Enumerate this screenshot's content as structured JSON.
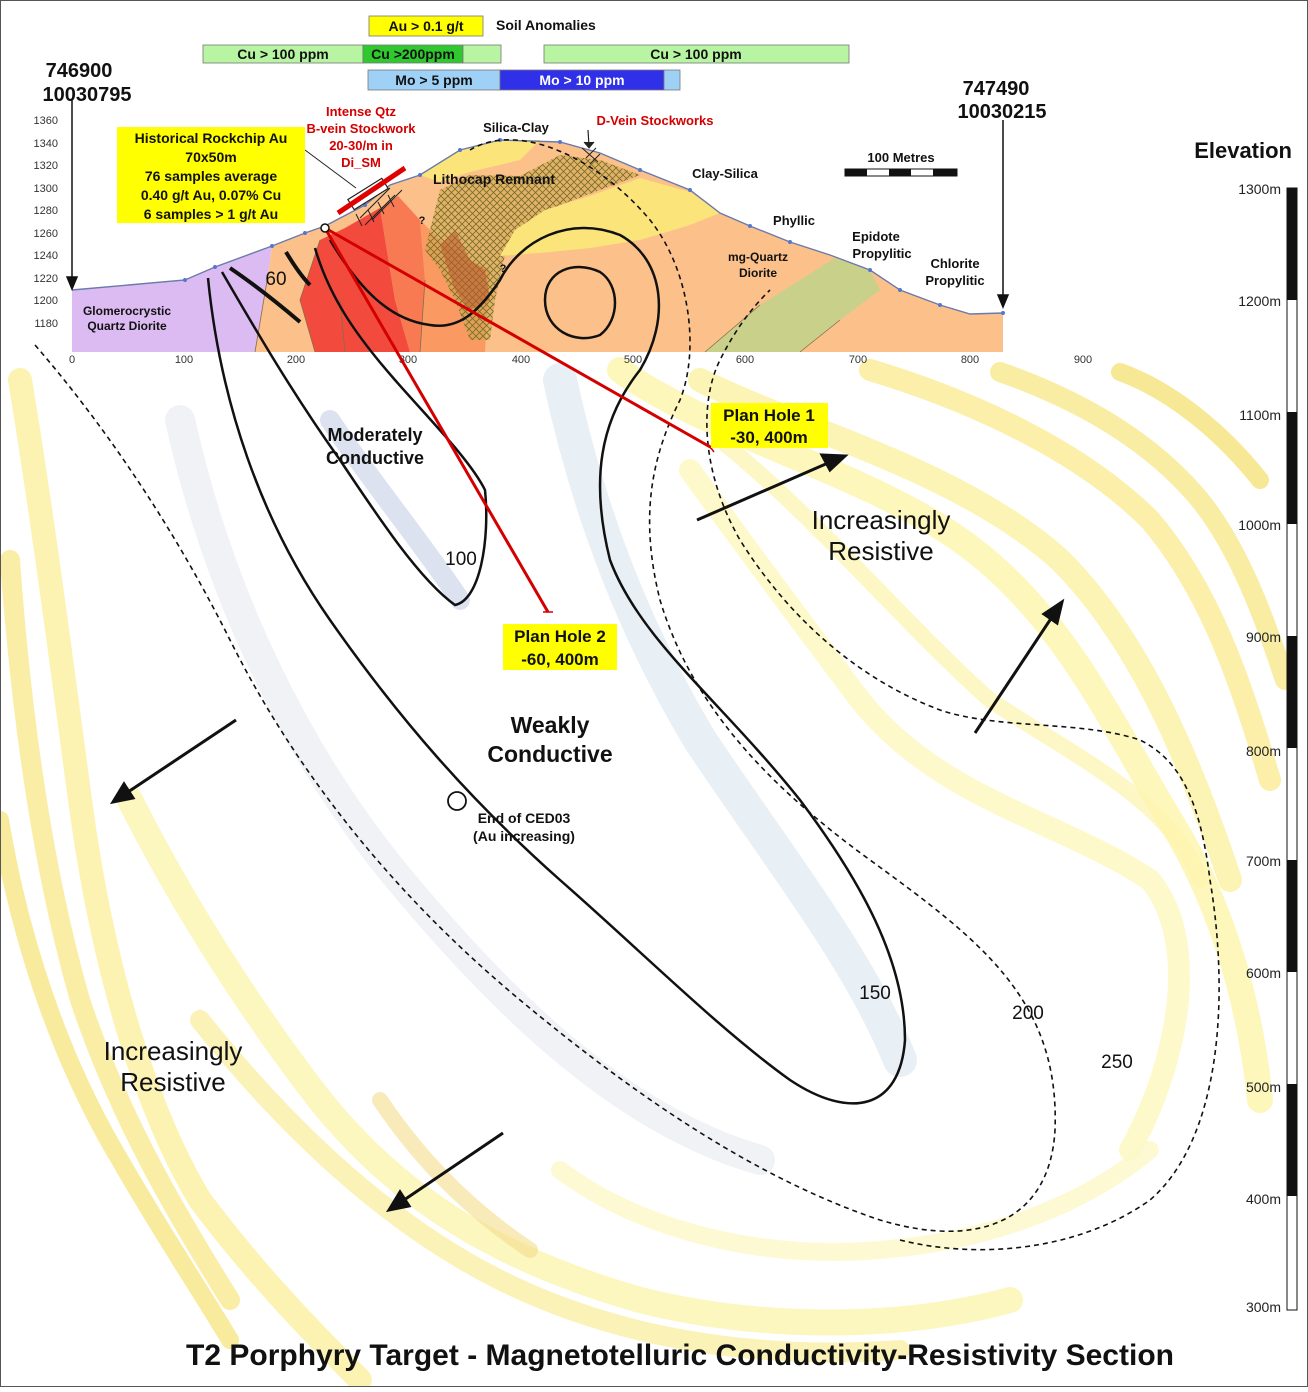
{
  "title": "T2 Porphyry Target - Magnetotelluric Conductivity-Resistivity Section",
  "soil": {
    "heading": "Soil Anomalies",
    "au": "Au > 0.1 g/t",
    "cu_left": "Cu > 100 ppm",
    "cu_high": "Cu >200ppm",
    "cu_right": "Cu > 100 ppm",
    "mo_low": "Mo > 5 ppm",
    "mo_high": "Mo > 10 ppm"
  },
  "endpoints": {
    "west": {
      "easting": "746900",
      "northing": "10030795"
    },
    "east": {
      "easting": "747490",
      "northing": "10030215"
    }
  },
  "scale_bar": "100 Metres",
  "section_ticks": {
    "elev": [
      "1360",
      "1340",
      "1320",
      "1300",
      "1280",
      "1260",
      "1240",
      "1220",
      "1200",
      "1180"
    ],
    "dist": [
      "0",
      "100",
      "200",
      "300",
      "400",
      "500",
      "600",
      "700",
      "800",
      "900"
    ]
  },
  "elevation_axis": {
    "title": "Elevation",
    "labels": [
      "1300m",
      "1200m",
      "1100m",
      "1000m",
      "900m",
      "800m",
      "700m",
      "600m",
      "500m",
      "400m",
      "300m"
    ]
  },
  "geology": {
    "glomero": [
      "Glomerocrystic",
      "Quartz Diorite"
    ],
    "silica_clay": "Silica-Clay",
    "lithocap": "Lithocap Remnant",
    "clay_silica": "Clay-Silica",
    "phyllic": "Phyllic",
    "mg_qd": [
      "mg-Quartz",
      "Diorite"
    ],
    "epidote": [
      "Epidote",
      "Propylitic"
    ],
    "chlorite": [
      "Chlorite",
      "Propylitic"
    ],
    "q1": "?",
    "q2": "?"
  },
  "callouts": {
    "rockchip": [
      "Historical Rockchip Au",
      "70x50m",
      "76 samples average",
      "0.40 g/t Au, 0.07% Cu",
      "6 samples > 1 g/t Au"
    ],
    "stockwork": [
      "Intense Qtz",
      "B-vein Stockwork",
      "20-30/m in",
      "Di_SM"
    ],
    "dvein": "D-Vein Stockworks",
    "hole1": [
      "Plan Hole 1",
      "-30, 400m"
    ],
    "hole2": [
      "Plan Hole 2",
      "-60, 400m"
    ],
    "ced03": [
      "End of CED03",
      "(Au increasing)"
    ]
  },
  "zones": {
    "moderate": [
      "Moderately",
      "Conductive"
    ],
    "weak": [
      "Weakly",
      "Conductive"
    ],
    "res_right": [
      "Increasingly",
      "Resistive"
    ],
    "res_left": [
      "Increasingly",
      "Resistive"
    ]
  },
  "contours": {
    "c60": "60",
    "c100": "100",
    "c150": "150",
    "c200": "200",
    "c250": "250"
  },
  "colors": {
    "yellow": "#ffff00",
    "red_line": "#d40000",
    "cu_green": "#b7f5a3",
    "cu_high": "#2fc82f",
    "mo_blue": "#9fd0f5",
    "mo_high": "#3030e8",
    "purple": "#d9b8f0",
    "orange": "#fcc088",
    "red_zone": "#f24a3a",
    "olive": "#c8cf8a",
    "pale_yellow": "#fbe77a"
  }
}
